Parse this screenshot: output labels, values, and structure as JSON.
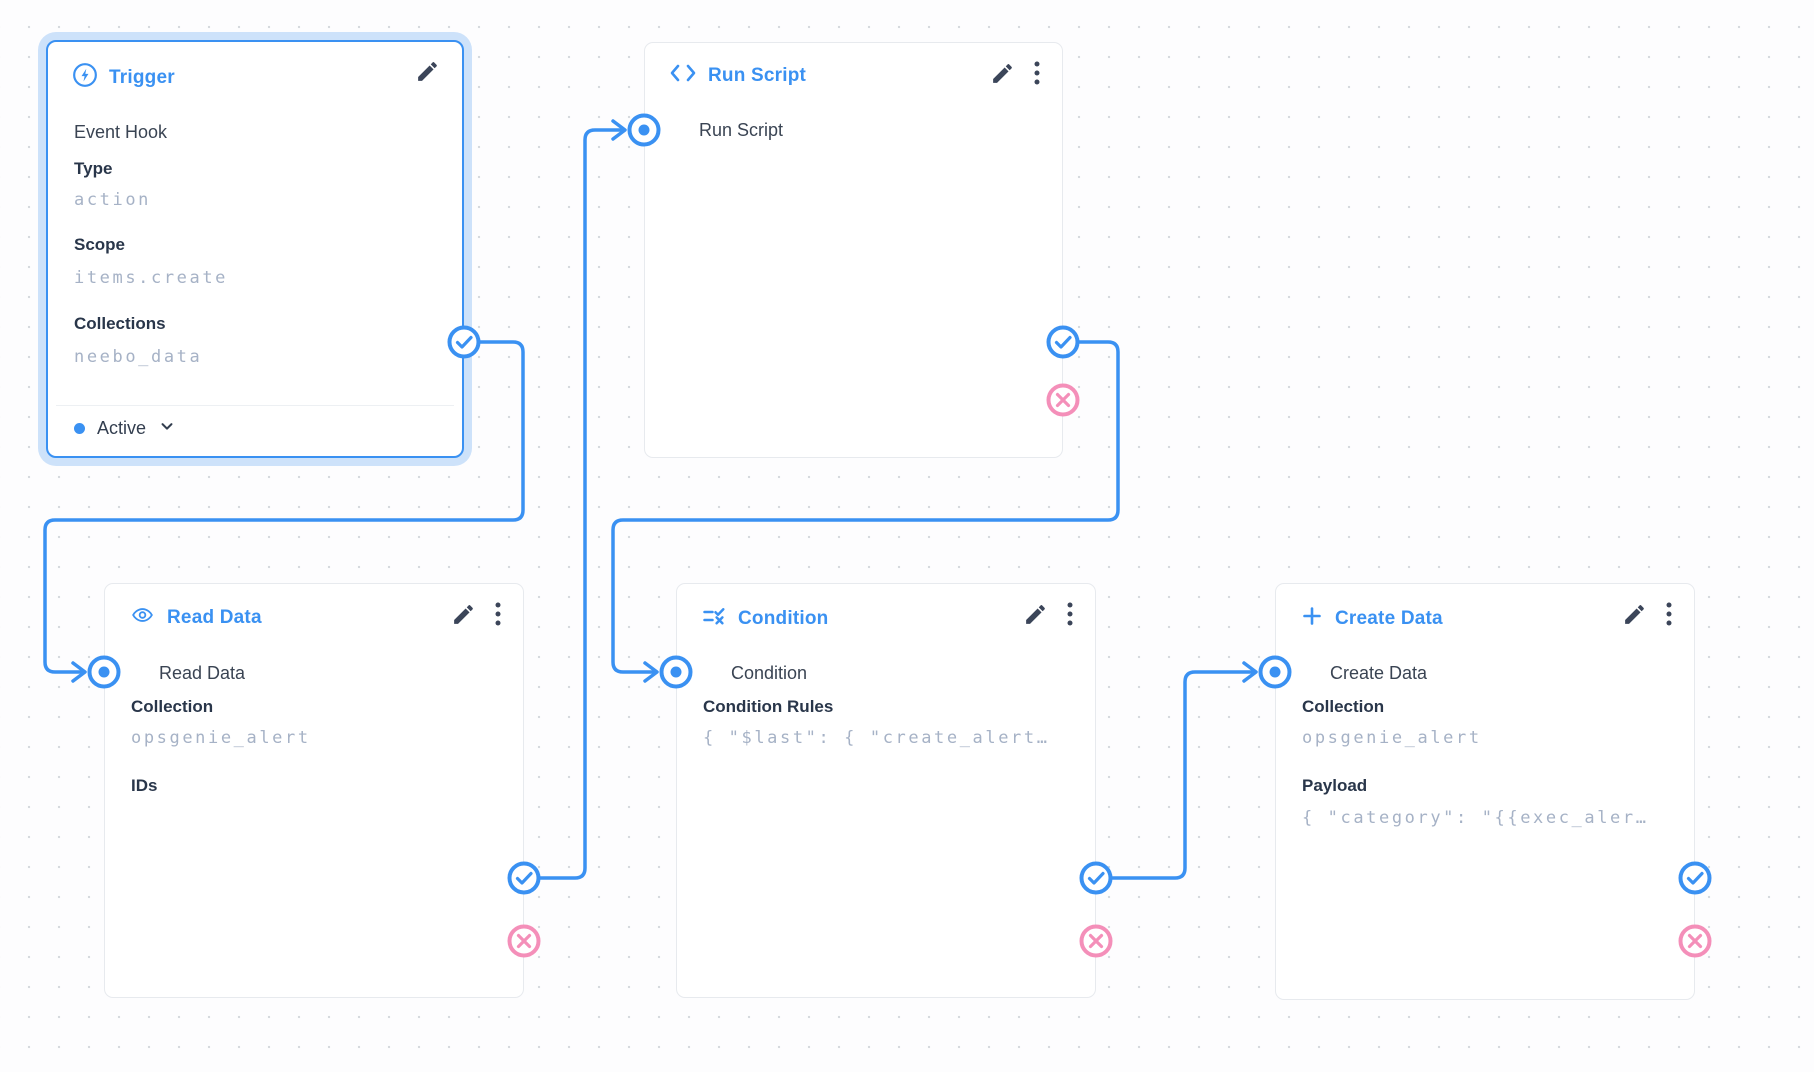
{
  "colors": {
    "accent_blue": "#3a91f2",
    "reject_pink": "#f48fb9",
    "mono_value_text": "#a6b2c6",
    "label_text": "#29364a",
    "node_border": "#e7eaee",
    "selection_glow": "#cde2fa",
    "canvas_dot": "#d6dade"
  },
  "nodes": {
    "trigger": {
      "title": "Trigger",
      "icon": "bolt-icon",
      "trigger_type": "Event Hook",
      "fields": [
        {
          "label": "Type",
          "value": "action"
        },
        {
          "label": "Scope",
          "value": "items.create"
        },
        {
          "label": "Collections",
          "value": "neebo_data"
        }
      ],
      "status": {
        "label": "Active"
      }
    },
    "run_script": {
      "title": "Run Script",
      "icon": "code-icon",
      "input_label": "Run Script"
    },
    "read_data": {
      "title": "Read Data",
      "icon": "eye-icon",
      "input_label": "Read Data",
      "fields": [
        {
          "label": "Collection",
          "value": "opsgenie_alert"
        },
        {
          "label": "IDs",
          "value": ""
        }
      ]
    },
    "condition": {
      "title": "Condition",
      "icon": "rule-icon",
      "input_label": "Condition",
      "fields": [
        {
          "label": "Condition Rules",
          "value": "{ \"$last\": { \"create_alert…"
        }
      ]
    },
    "create_data": {
      "title": "Create Data",
      "icon": "plus-icon",
      "input_label": "Create Data",
      "fields": [
        {
          "label": "Collection",
          "value": "opsgenie_alert"
        },
        {
          "label": "Payload",
          "value": "{ \"category\": \"{{exec_aler…"
        }
      ]
    }
  },
  "connections": [
    {
      "from": "trigger",
      "to": "read_data",
      "type": "resolve"
    },
    {
      "from": "read_data",
      "to": "run_script",
      "type": "resolve"
    },
    {
      "from": "run_script",
      "to": "condition",
      "type": "resolve"
    },
    {
      "from": "condition",
      "to": "create_data",
      "type": "resolve"
    }
  ]
}
